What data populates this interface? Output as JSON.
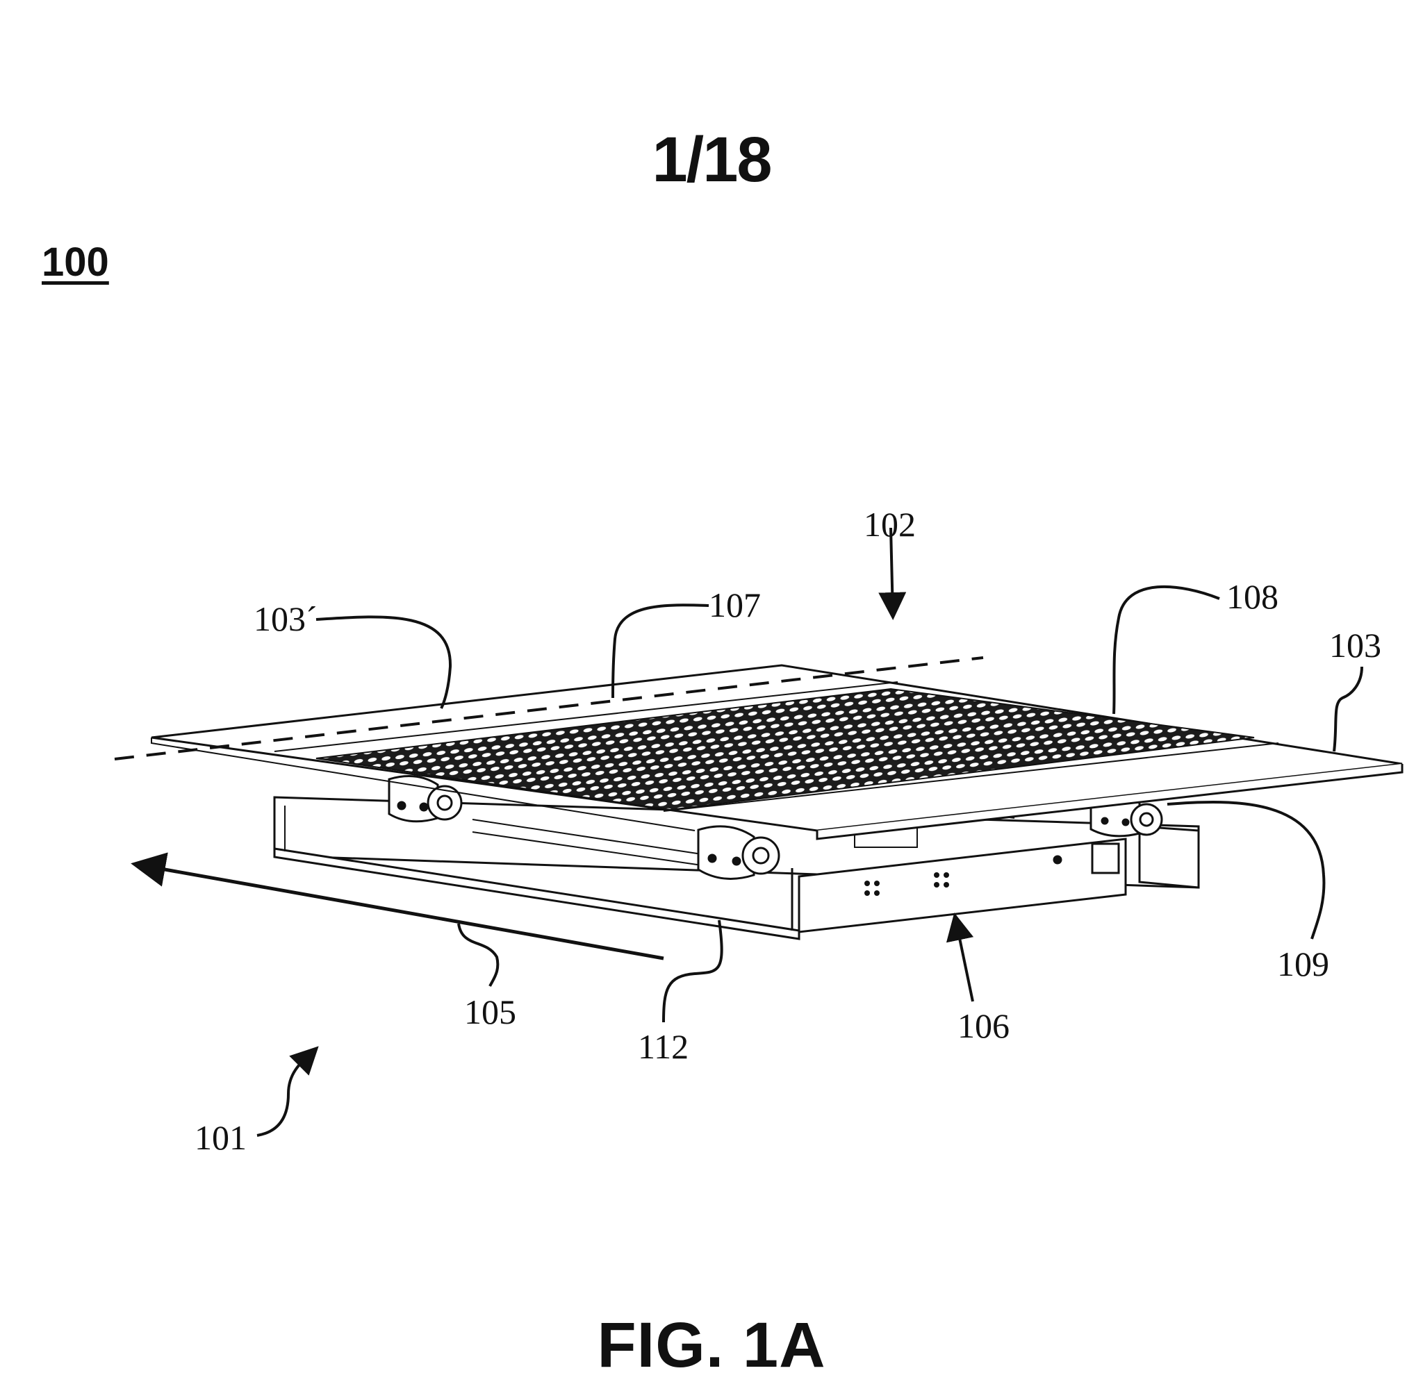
{
  "header": {
    "sheet_number": "1/18",
    "figure_reference": "100"
  },
  "caption": "FIG. 1A",
  "callouts": {
    "r101": "101",
    "r102": "102",
    "r103": "103",
    "r103p": "103´",
    "r105": "105",
    "r106": "106",
    "r107": "107",
    "r108": "108",
    "r109": "109",
    "r112": "112"
  },
  "colors": {
    "ink": "#111111",
    "paper": "#ffffff",
    "pad_fill": "#1c1c1c"
  }
}
